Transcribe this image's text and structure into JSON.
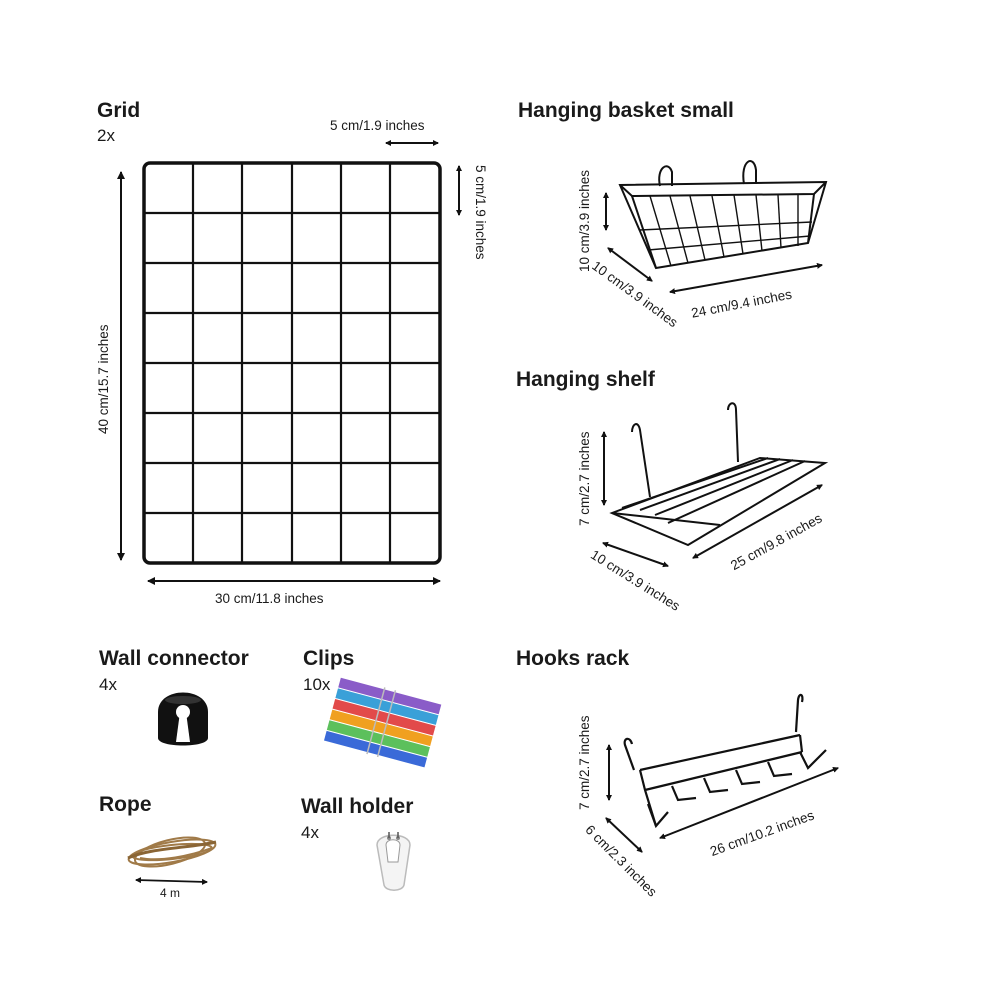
{
  "grid": {
    "title": "Grid",
    "qty": "2x",
    "cell": "5 cm/1.9 inches",
    "cell_v": "5 cm/1.9 inches",
    "height": "40 cm/15.7 inches",
    "width": "30 cm/11.8 inches"
  },
  "basket": {
    "title": "Hanging basket small",
    "height": "10 cm/3.9 inches",
    "depth": "10 cm/3.9 inches",
    "width": "24 cm/9.4 inches"
  },
  "shelf": {
    "title": "Hanging shelf",
    "height": "7 cm/2.7 inches",
    "depth": "10 cm/3.9 inches",
    "width": "25 cm/9.8 inches"
  },
  "hooks": {
    "title": "Hooks rack",
    "height": "7 cm/2.7 inches",
    "depth": "6 cm/2.3 inches",
    "width": "26 cm/10.2 inches"
  },
  "connector": {
    "title": "Wall connector",
    "qty": "4x"
  },
  "clips": {
    "title": "Clips",
    "qty": "10x"
  },
  "rope": {
    "title": "Rope",
    "length": "4 m"
  },
  "holder": {
    "title": "Wall holder",
    "qty": "4x"
  }
}
